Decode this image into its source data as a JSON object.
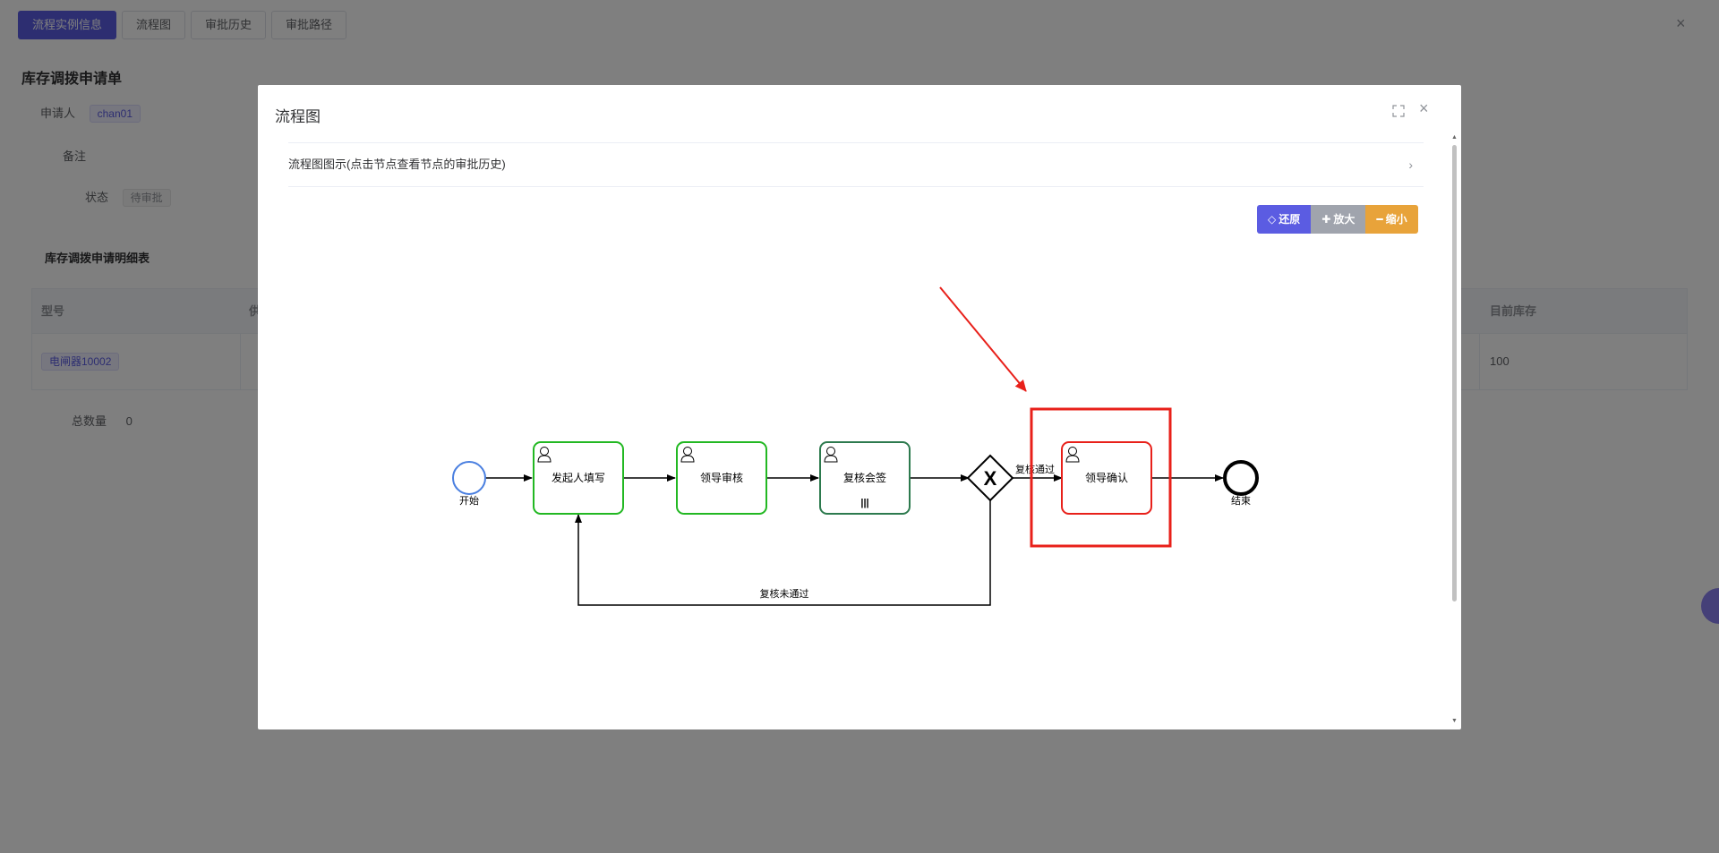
{
  "page": {
    "tabs": [
      {
        "label": "流程实例信息",
        "active": true
      },
      {
        "label": "流程图",
        "active": false
      },
      {
        "label": "审批历史",
        "active": false
      },
      {
        "label": "审批路径",
        "active": false
      }
    ],
    "close_icon": "×",
    "form_title": "库存调拨申请单",
    "applicant_label": "申请人",
    "applicant_value": "chan01",
    "remark_label": "备注",
    "status_label": "状态",
    "status_value": "待审批",
    "detail_title": "库存调拨申请明细表",
    "table": {
      "headers": [
        "型号",
        "供",
        "目前库存"
      ],
      "row": {
        "model": "电闸器10002",
        "stock": "100"
      }
    },
    "total_label": "总数量",
    "total_value": "0"
  },
  "dialog": {
    "title": "流程图",
    "fullscreen_icon": "fullscreen-icon",
    "close_icon": "×",
    "collapse_title": "流程图图示(点击节点查看节点的审批历史)",
    "collapse_arrow": "›",
    "buttons": {
      "reset": {
        "icon": "◇",
        "label": "还原"
      },
      "zoom_in": {
        "icon": "✚",
        "label": "放大"
      },
      "zoom_out": {
        "icon": "━",
        "label": "缩小"
      }
    },
    "colors": {
      "accent": "#5b5ce2",
      "done": "#22b822",
      "active": "#2d7a4e",
      "highlight": "#e8201a",
      "start": "#4a7fe0"
    },
    "diagram": {
      "start_label": "开始",
      "end_label": "结束",
      "tasks": [
        {
          "label": "发起人填写",
          "state": "done"
        },
        {
          "label": "领导审核",
          "state": "done"
        },
        {
          "label": "复核会签",
          "state": "active",
          "multi_instance_marker": "|||"
        },
        {
          "label": "领导确认",
          "state": "current"
        }
      ],
      "gateway_marker": "X",
      "flow_pass_label": "复核通过",
      "flow_reject_label": "复核未通过"
    }
  }
}
